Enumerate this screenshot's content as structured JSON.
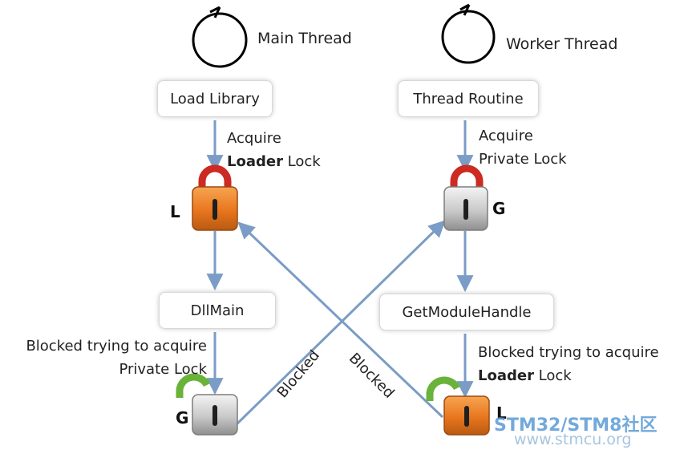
{
  "main_thread": {
    "title": "Main Thread",
    "box1": "Load Library",
    "acquire": {
      "line1": "Acquire",
      "line2_bold": "Loader",
      "line2_rest": " Lock"
    },
    "lock1_letter": "L",
    "box2": "DllMain",
    "blocked": {
      "line1": "Blocked trying to acquire",
      "line2": "Private Lock"
    },
    "lock2_letter": "G"
  },
  "worker_thread": {
    "title": "Worker Thread",
    "box1": "Thread Routine",
    "acquire": {
      "line1": "Acquire",
      "line2": "Private Lock"
    },
    "lock1_letter": "G",
    "box2": "GetModuleHandle",
    "blocked": {
      "line1": "Blocked trying to acquire",
      "line2_bold": "Loader",
      "line2_rest": " Lock"
    },
    "lock2_letter": "L"
  },
  "cross_labels": {
    "left": "Blocked",
    "right": "Blocked"
  },
  "watermark": {
    "line1": "STM32/STM8社区",
    "line2": "www.stmcu.org"
  },
  "colors": {
    "arrow": "#7a9cc6",
    "orange_lock": "#e8761e",
    "gray_lock": "#c8c8c8",
    "shackle_red": "#cc2a22",
    "shackle_green": "#6ab33a"
  }
}
